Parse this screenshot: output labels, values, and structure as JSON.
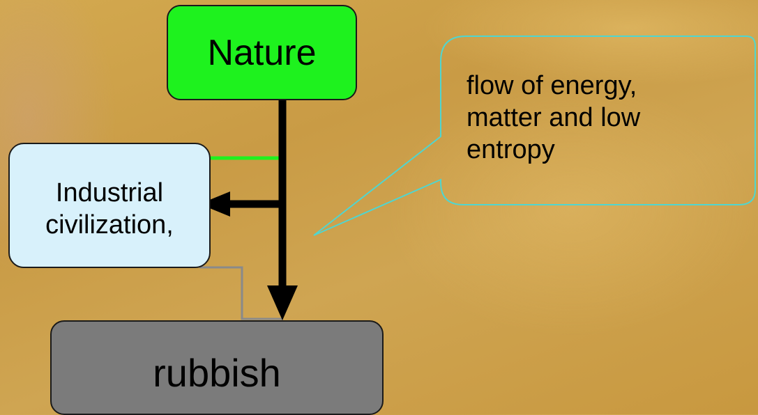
{
  "diagram": {
    "nodes": {
      "nature": "Nature",
      "industry_line1": "Industrial",
      "industry_line2": "civilization,",
      "rubbish": "rubbish"
    },
    "callout": {
      "line1": "flow of energy,",
      "line2": "matter and low",
      "line3": "entropy"
    },
    "colors": {
      "nature_fill": "#1ef21e",
      "industry_fill": "#d8f1fb",
      "rubbish_fill": "#7b7b7b",
      "green_line": "#1ef21e",
      "grey_line": "#8a8a8a",
      "callout_border": "#4fd6d0"
    }
  }
}
